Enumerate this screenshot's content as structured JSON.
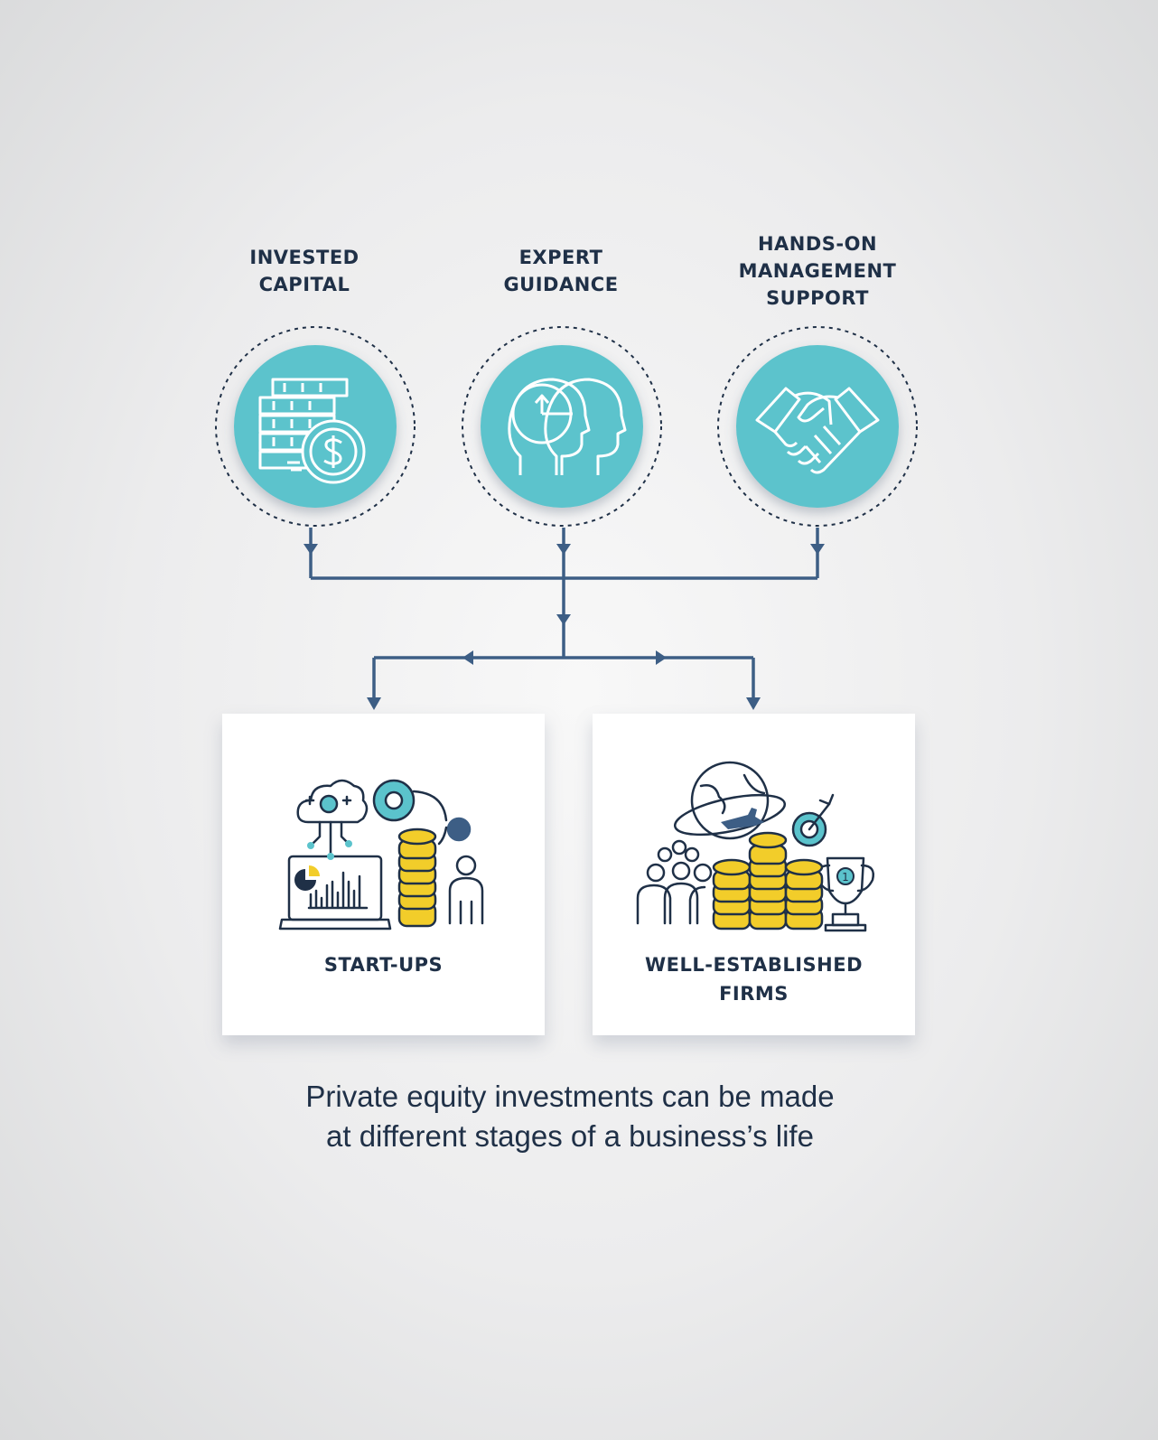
{
  "inputs": [
    {
      "label": "INVESTED\nCAPITAL",
      "icon": "coins-dollar-icon"
    },
    {
      "label": "EXPERT\nGUIDANCE",
      "icon": "heads-clock-icon"
    },
    {
      "label": "HANDS-ON\nMANAGEMENT\nSUPPORT",
      "icon": "handshake-icon"
    }
  ],
  "outcomes": [
    {
      "label": "START-UPS",
      "icon": "startup-tech-icon"
    },
    {
      "label": "WELL-ESTABLISHED\nFIRMS",
      "icon": "established-firm-icon"
    }
  ],
  "caption": "Private equity investments can be made\nat different stages of a business’s life",
  "colors": {
    "teal": "#5bc3cc",
    "navy": "#1f3047",
    "connector": "#3d5e85",
    "coin": "#f2cd2a"
  }
}
